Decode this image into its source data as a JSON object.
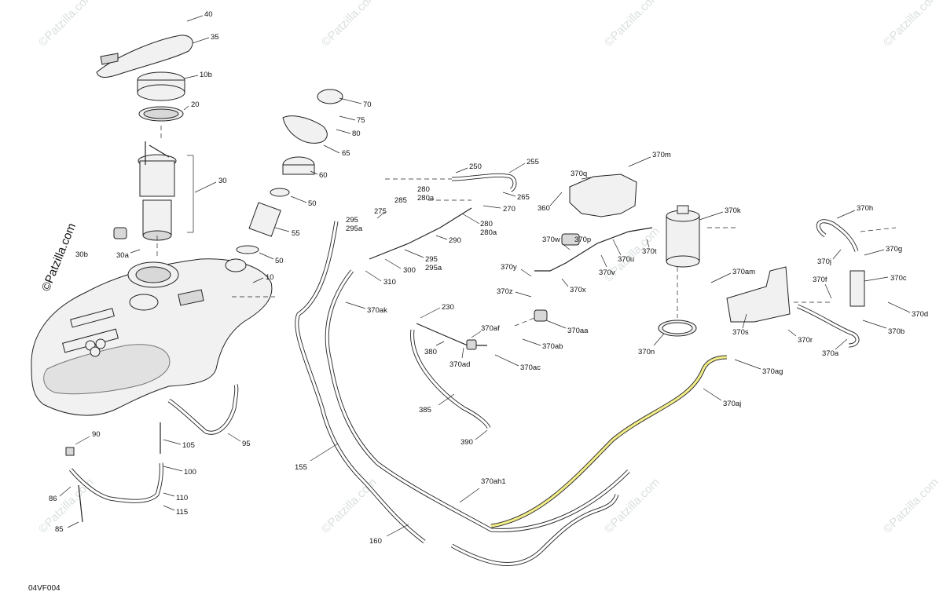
{
  "diagram_code": "04VF004",
  "watermark_text": "©Patzilla.com",
  "side_text": "©Patzilla.com",
  "labels": {
    "l40": "40",
    "l35": "35",
    "l10b": "10b",
    "l20": "20",
    "l30": "30",
    "l30b": "30b",
    "l30a": "30a",
    "l10": "10",
    "l70": "70",
    "l75": "75",
    "l80": "80",
    "l65": "65",
    "l60": "60",
    "l50a": "50",
    "l55": "55",
    "l50b": "50",
    "l250": "250",
    "l255": "255",
    "l280": "280",
    "l280a": "280a",
    "l265": "265",
    "l285": "285",
    "l275": "275",
    "l270": "270",
    "l280b": "280",
    "l280ab": "280a",
    "l295": "295",
    "l295a": "295a",
    "l290": "290",
    "l295b": "295",
    "l295ab": "295a",
    "l300": "300",
    "l310": "310",
    "l370q": "370q",
    "l370m": "370m",
    "l360": "360",
    "l370k": "370k",
    "l370p": "370p",
    "l370w": "370w",
    "l370u": "370u",
    "l370t": "370t",
    "l370y": "370y",
    "l370v": "370v",
    "l370x": "370x",
    "l370z": "370z",
    "l370am": "370am",
    "l370aa": "370aa",
    "l370af": "370af",
    "l370ab": "370ab",
    "l370ad": "370ad",
    "l370ac": "370ac",
    "l380": "380",
    "l230": "230",
    "l385": "385",
    "l390": "390",
    "l370ak": "370ak",
    "l370n": "370n",
    "l370h": "370h",
    "l370g": "370g",
    "l370j": "370j",
    "l370c": "370c",
    "l370f": "370f",
    "l370d": "370d",
    "l370s": "370s",
    "l370r": "370r",
    "l370b": "370b",
    "l370a": "370a",
    "l370ag": "370ag",
    "l370aj": "370aj",
    "l370ah1": "370ah1",
    "l155": "155",
    "l160": "160",
    "l90": "90",
    "l95": "95",
    "l105": "105",
    "l100": "100",
    "l86": "86",
    "l110": "110",
    "l115": "115",
    "l85": "85"
  }
}
